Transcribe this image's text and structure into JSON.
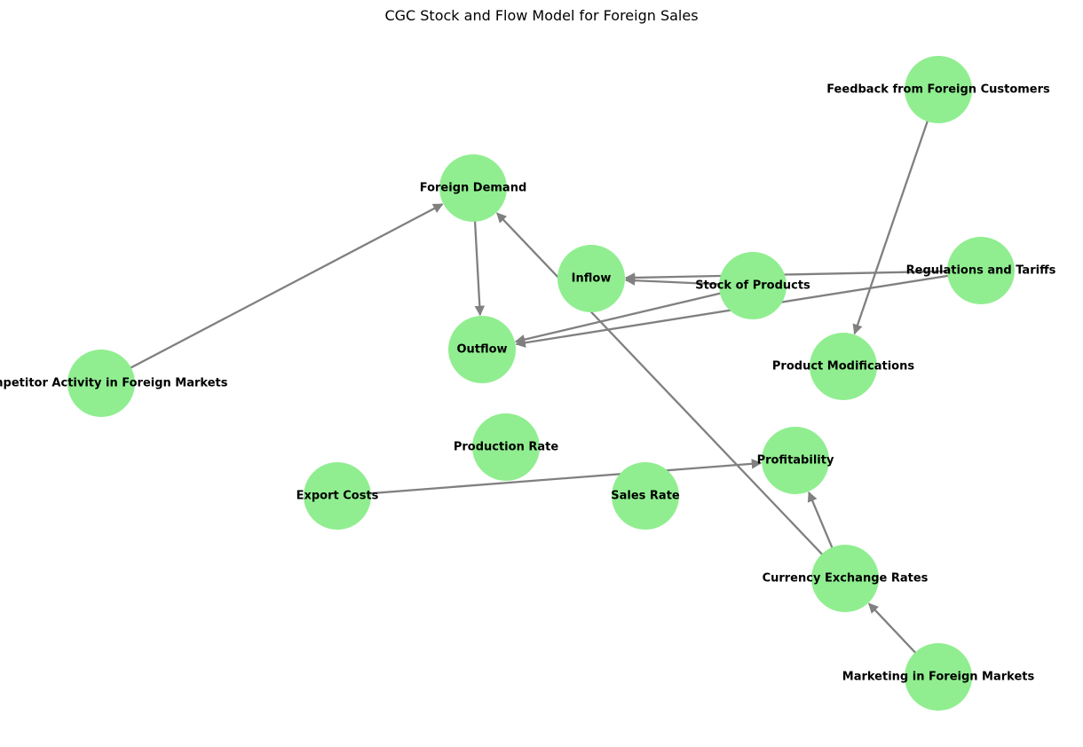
{
  "title": "CGC Stock and Flow Model for Foreign Sales",
  "colors": {
    "node_fill": "#90ee90",
    "edge": "#808080",
    "label": "#000000",
    "background": "#ffffff"
  },
  "nodes": [
    {
      "id": "feedback",
      "label": "Feedback from Foreign Customers"
    },
    {
      "id": "foreign_demand",
      "label": "Foreign Demand"
    },
    {
      "id": "inflow",
      "label": "Inflow"
    },
    {
      "id": "stock",
      "label": "Stock of Products"
    },
    {
      "id": "regulations",
      "label": "Regulations and Tariffs"
    },
    {
      "id": "outflow",
      "label": "Outflow"
    },
    {
      "id": "product_mods",
      "label": "Product Modifications"
    },
    {
      "id": "competitor",
      "label": "Competitor Activity in Foreign Markets"
    },
    {
      "id": "production_rate",
      "label": "Production Rate"
    },
    {
      "id": "profitability",
      "label": "Profitability"
    },
    {
      "id": "export_costs",
      "label": "Export Costs"
    },
    {
      "id": "sales_rate",
      "label": "Sales Rate"
    },
    {
      "id": "currency",
      "label": "Currency Exchange Rates"
    },
    {
      "id": "marketing",
      "label": "Marketing in Foreign Markets"
    }
  ],
  "edges": [
    {
      "from": "competitor",
      "to": "foreign_demand"
    },
    {
      "from": "foreign_demand",
      "to": "outflow"
    },
    {
      "from": "currency",
      "to": "foreign_demand"
    },
    {
      "from": "stock",
      "to": "inflow"
    },
    {
      "from": "regulations",
      "to": "inflow"
    },
    {
      "from": "stock",
      "to": "outflow"
    },
    {
      "from": "regulations",
      "to": "outflow"
    },
    {
      "from": "feedback",
      "to": "product_mods"
    },
    {
      "from": "export_costs",
      "to": "profitability"
    },
    {
      "from": "currency",
      "to": "profitability"
    },
    {
      "from": "marketing",
      "to": "currency"
    }
  ]
}
